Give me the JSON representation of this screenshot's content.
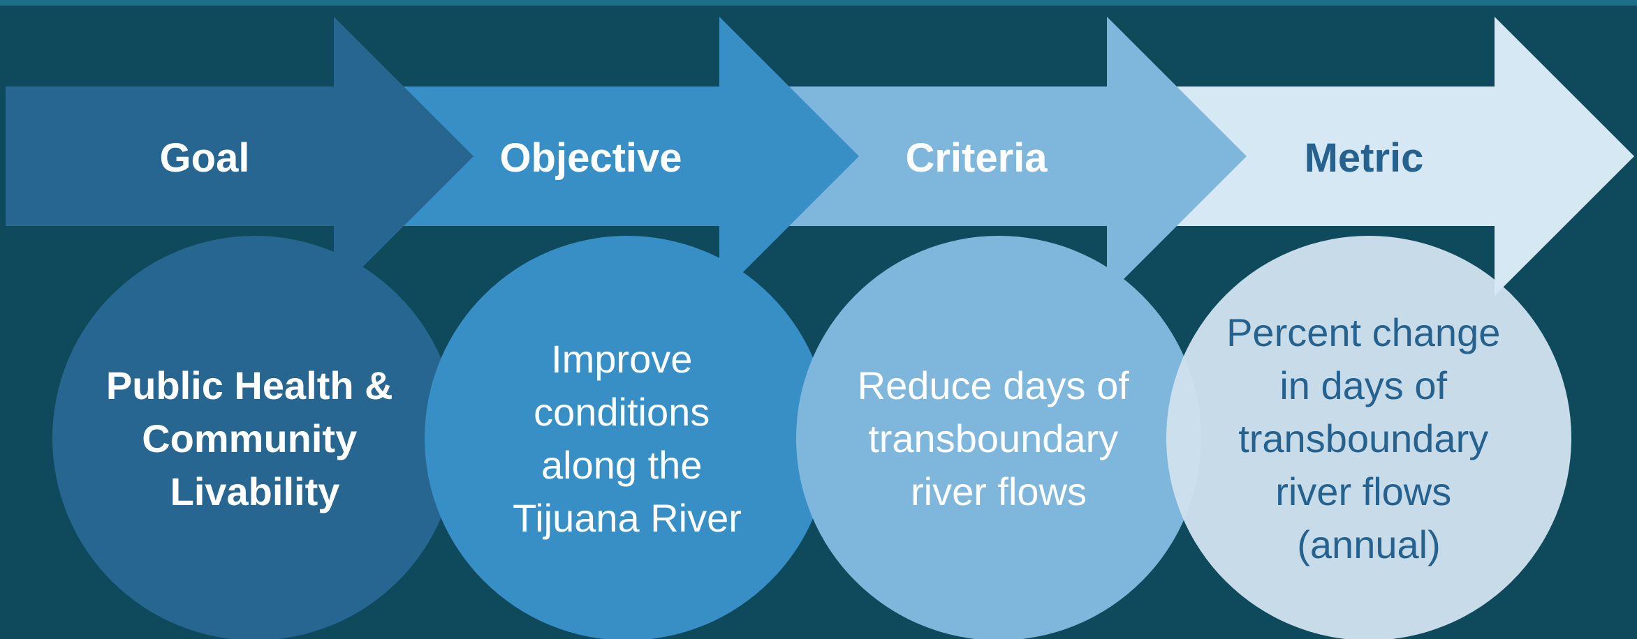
{
  "colors": {
    "background": "#0e4a5c",
    "top_strip": "#1d6e86",
    "stage1": "#266690",
    "stage2": "#378fc6",
    "stage3": "#7fb6dc",
    "stage4": "#d6e8f4",
    "stage4_circle": "#cde1ec",
    "light_text": "#ffffff",
    "dark_text": "#256290"
  },
  "stages": [
    {
      "heading": "Goal",
      "body_lines": [
        "Public Health &",
        "Community",
        "Livability"
      ],
      "bold_body": true
    },
    {
      "heading": "Objective",
      "body_lines": [
        "Improve",
        "conditions",
        "along the",
        "Tijuana River"
      ],
      "bold_body": false
    },
    {
      "heading": "Criteria",
      "body_lines": [
        "Reduce days of",
        "transboundary",
        "river flows"
      ],
      "bold_body": false
    },
    {
      "heading": "Metric",
      "body_lines": [
        "Percent change",
        "in days of",
        "transboundary",
        "river flows",
        "(annual)"
      ],
      "bold_body": false
    }
  ]
}
